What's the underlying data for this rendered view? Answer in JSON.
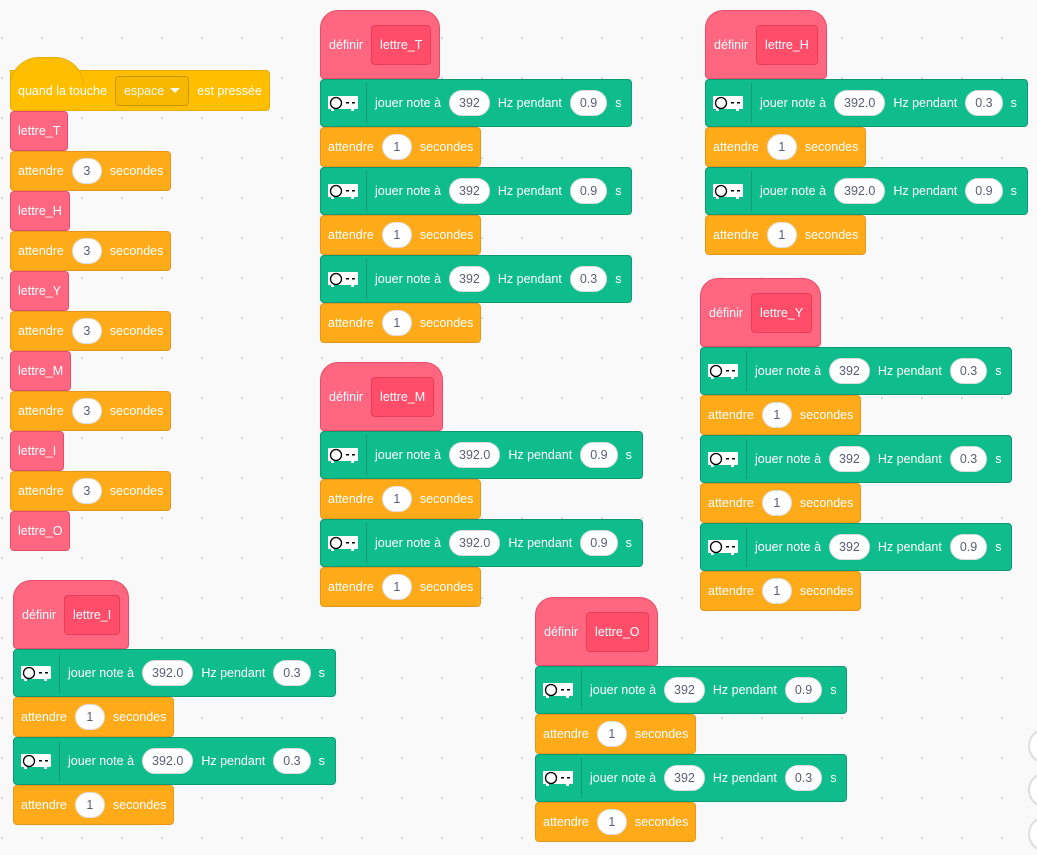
{
  "colors": {
    "event": "#FFBF00",
    "custom": "#FF6680",
    "control": "#FFAB19",
    "music": "#0FBD8C"
  },
  "labels": {
    "define": "définir",
    "play_note": "jouer note à",
    "hz_for": "Hz pendant",
    "s": "s",
    "wait": "attendre",
    "seconds": "secondes",
    "when_key": "quand la touche",
    "is_pressed": "est pressée"
  },
  "scripts": [
    {
      "hat": {
        "type": "event",
        "key": "espace"
      },
      "blocks": [
        {
          "type": "call",
          "name": "lettre_T"
        },
        {
          "type": "wait",
          "value": "3"
        },
        {
          "type": "call",
          "name": "lettre_H"
        },
        {
          "type": "wait",
          "value": "3"
        },
        {
          "type": "call",
          "name": "lettre_Y"
        },
        {
          "type": "wait",
          "value": "3"
        },
        {
          "type": "call",
          "name": "lettre_M"
        },
        {
          "type": "wait",
          "value": "3"
        },
        {
          "type": "call",
          "name": "lettre_I"
        },
        {
          "type": "wait",
          "value": "3"
        },
        {
          "type": "call",
          "name": "lettre_O"
        }
      ]
    },
    {
      "hat": {
        "type": "define",
        "name": "lettre_T"
      },
      "blocks": [
        {
          "type": "note",
          "hz": "392",
          "dur": "0.9"
        },
        {
          "type": "wait",
          "value": "1"
        },
        {
          "type": "note",
          "hz": "392",
          "dur": "0.9"
        },
        {
          "type": "wait",
          "value": "1"
        },
        {
          "type": "note",
          "hz": "392",
          "dur": "0.3"
        },
        {
          "type": "wait",
          "value": "1"
        }
      ]
    },
    {
      "hat": {
        "type": "define",
        "name": "lettre_H"
      },
      "blocks": [
        {
          "type": "note",
          "hz": "392.0",
          "dur": "0.3"
        },
        {
          "type": "wait",
          "value": "1"
        },
        {
          "type": "note",
          "hz": "392.0",
          "dur": "0.9"
        },
        {
          "type": "wait",
          "value": "1"
        }
      ]
    },
    {
      "hat": {
        "type": "define",
        "name": "lettre_Y"
      },
      "blocks": [
        {
          "type": "note",
          "hz": "392",
          "dur": "0.3"
        },
        {
          "type": "wait",
          "value": "1"
        },
        {
          "type": "note",
          "hz": "392",
          "dur": "0.3"
        },
        {
          "type": "wait",
          "value": "1"
        },
        {
          "type": "note",
          "hz": "392",
          "dur": "0.9"
        },
        {
          "type": "wait",
          "value": "1"
        }
      ]
    },
    {
      "hat": {
        "type": "define",
        "name": "lettre_M"
      },
      "blocks": [
        {
          "type": "note",
          "hz": "392.0",
          "dur": "0.9"
        },
        {
          "type": "wait",
          "value": "1"
        },
        {
          "type": "note",
          "hz": "392.0",
          "dur": "0.9"
        },
        {
          "type": "wait",
          "value": "1"
        }
      ]
    },
    {
      "hat": {
        "type": "define",
        "name": "lettre_I"
      },
      "blocks": [
        {
          "type": "note",
          "hz": "392.0",
          "dur": "0.3"
        },
        {
          "type": "wait",
          "value": "1"
        },
        {
          "type": "note",
          "hz": "392.0",
          "dur": "0.3"
        },
        {
          "type": "wait",
          "value": "1"
        }
      ]
    },
    {
      "hat": {
        "type": "define",
        "name": "lettre_O"
      },
      "blocks": [
        {
          "type": "note",
          "hz": "392",
          "dur": "0.9"
        },
        {
          "type": "wait",
          "value": "1"
        },
        {
          "type": "note",
          "hz": "392",
          "dur": "0.3"
        },
        {
          "type": "wait",
          "value": "1"
        }
      ]
    }
  ]
}
